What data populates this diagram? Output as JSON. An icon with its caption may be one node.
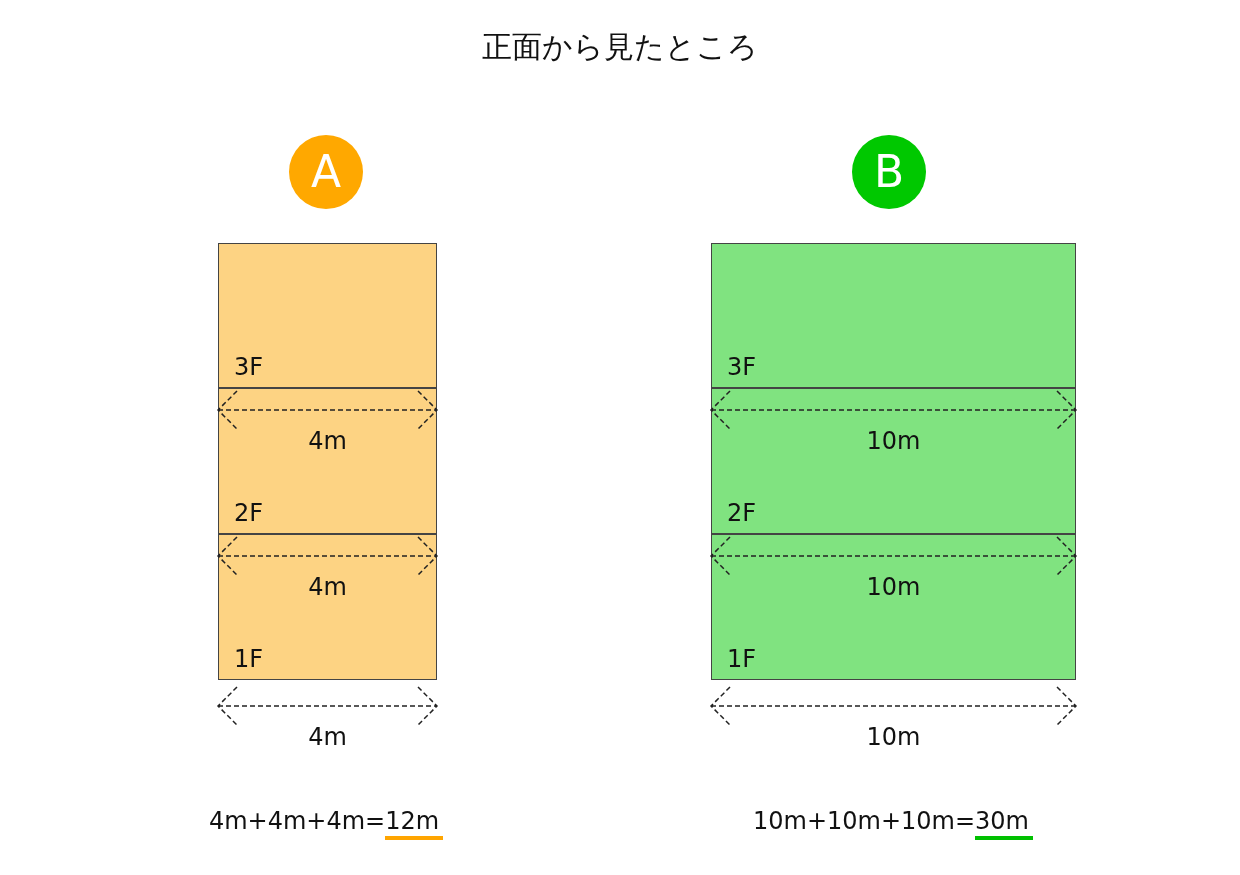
{
  "diagram": {
    "title": "正面から見たところ",
    "nodes": [
      {
        "text": [
          "A"
        ]
      },
      {
        "text": [
          "B"
        ]
      },
      {
        "text": [
          "3F"
        ]
      },
      {
        "text": [
          "2F"
        ]
      },
      {
        "text": [
          "1F"
        ]
      },
      {
        "text": [
          "3F"
        ]
      },
      {
        "text": [
          "2F"
        ]
      },
      {
        "text": [
          "1F"
        ]
      }
    ],
    "labels": [
      "4m",
      "4m",
      "4m",
      "10m",
      "10m",
      "10m",
      "4m+4m+4m=",
      "12m",
      "10m+10m+10m=",
      "30m"
    ]
  }
}
